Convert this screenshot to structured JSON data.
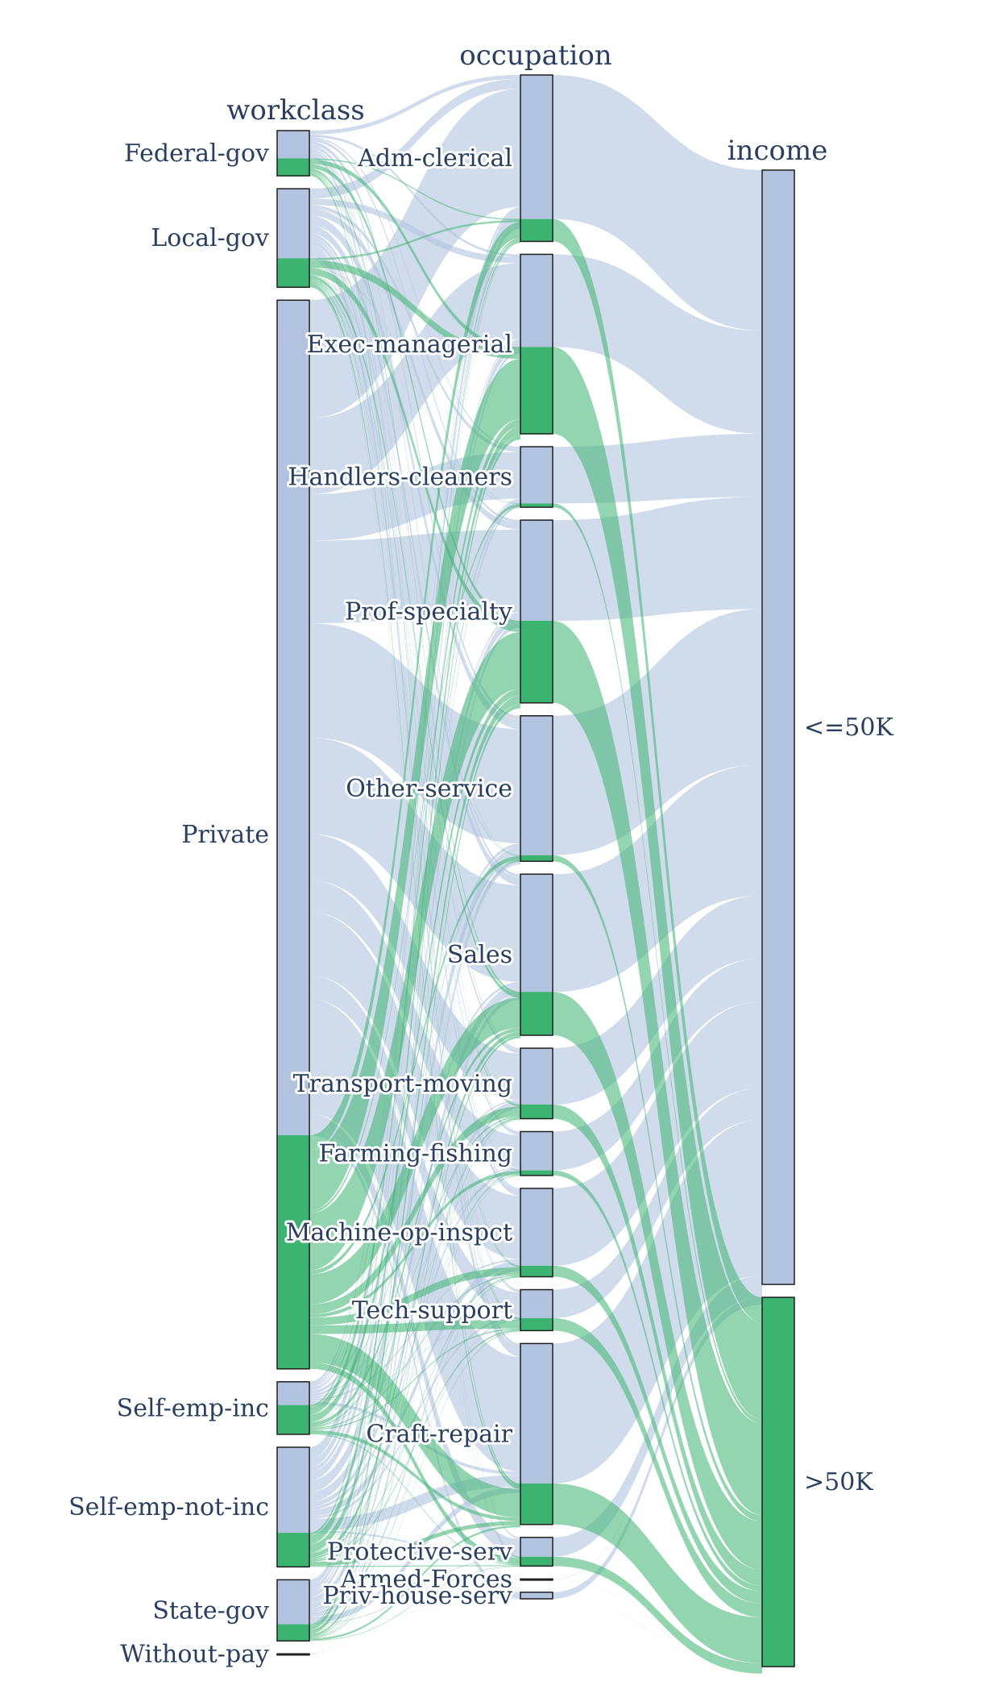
{
  "chart_data": {
    "type": "parallel_categories",
    "colors": {
      "low": "#b1c3de",
      "high": "#3cb371"
    },
    "dimensions": [
      {
        "label": "workclass",
        "categories": [
          "Federal-gov",
          "Local-gov",
          "Private",
          "Self-emp-inc",
          "Self-emp-not-inc",
          "State-gov",
          "Without-pay"
        ]
      },
      {
        "label": "occupation",
        "categories": [
          "Adm-clerical",
          "Exec-managerial",
          "Handlers-cleaners",
          "Prof-specialty",
          "Other-service",
          "Sales",
          "Transport-moving",
          "Farming-fishing",
          "Machine-op-inspct",
          "Tech-support",
          "Craft-repair",
          "Protective-serv",
          "Armed-Forces",
          "Priv-house-serv"
        ]
      },
      {
        "label": "income",
        "categories": [
          "<=50K",
          ">50K"
        ]
      }
    ],
    "counts": {
      "workclass": [
        {
          "category": "Federal-gov",
          "low": 589,
          "high": 371
        },
        {
          "category": "Local-gov",
          "low": 1476,
          "high": 617
        },
        {
          "category": "Private",
          "low": 17733,
          "high": 4963
        },
        {
          "category": "Self-emp-inc",
          "low": 494,
          "high": 622
        },
        {
          "category": "Self-emp-not-inc",
          "low": 1817,
          "high": 724
        },
        {
          "category": "State-gov",
          "low": 945,
          "high": 353
        },
        {
          "category": "Without-pay",
          "low": 14,
          "high": 0
        }
      ],
      "occupation": [
        {
          "category": "Adm-clerical",
          "low": 3263,
          "high": 507
        },
        {
          "category": "Exec-managerial",
          "low": 2098,
          "high": 1968
        },
        {
          "category": "Handlers-cleaners",
          "low": 1284,
          "high": 86
        },
        {
          "category": "Prof-specialty",
          "low": 2281,
          "high": 1859
        },
        {
          "category": "Other-service",
          "low": 3158,
          "high": 137
        },
        {
          "category": "Sales",
          "low": 2667,
          "high": 983
        },
        {
          "category": "Transport-moving",
          "low": 1277,
          "high": 320
        },
        {
          "category": "Farming-fishing",
          "low": 879,
          "high": 115
        },
        {
          "category": "Machine-op-inspct",
          "low": 1752,
          "high": 250
        },
        {
          "category": "Tech-support",
          "low": 645,
          "high": 283
        },
        {
          "category": "Craft-repair",
          "low": 3170,
          "high": 929
        },
        {
          "category": "Protective-serv",
          "low": 438,
          "high": 211
        },
        {
          "category": "Armed-Forces",
          "low": 8,
          "high": 1
        },
        {
          "category": "Priv-house-serv",
          "low": 148,
          "high": 1
        }
      ],
      "income": [
        {
          "category": "<=50K",
          "low": 22654,
          "high": 0
        },
        {
          "category": ">50K",
          "low": 0,
          "high": 7508
        }
      ]
    }
  }
}
